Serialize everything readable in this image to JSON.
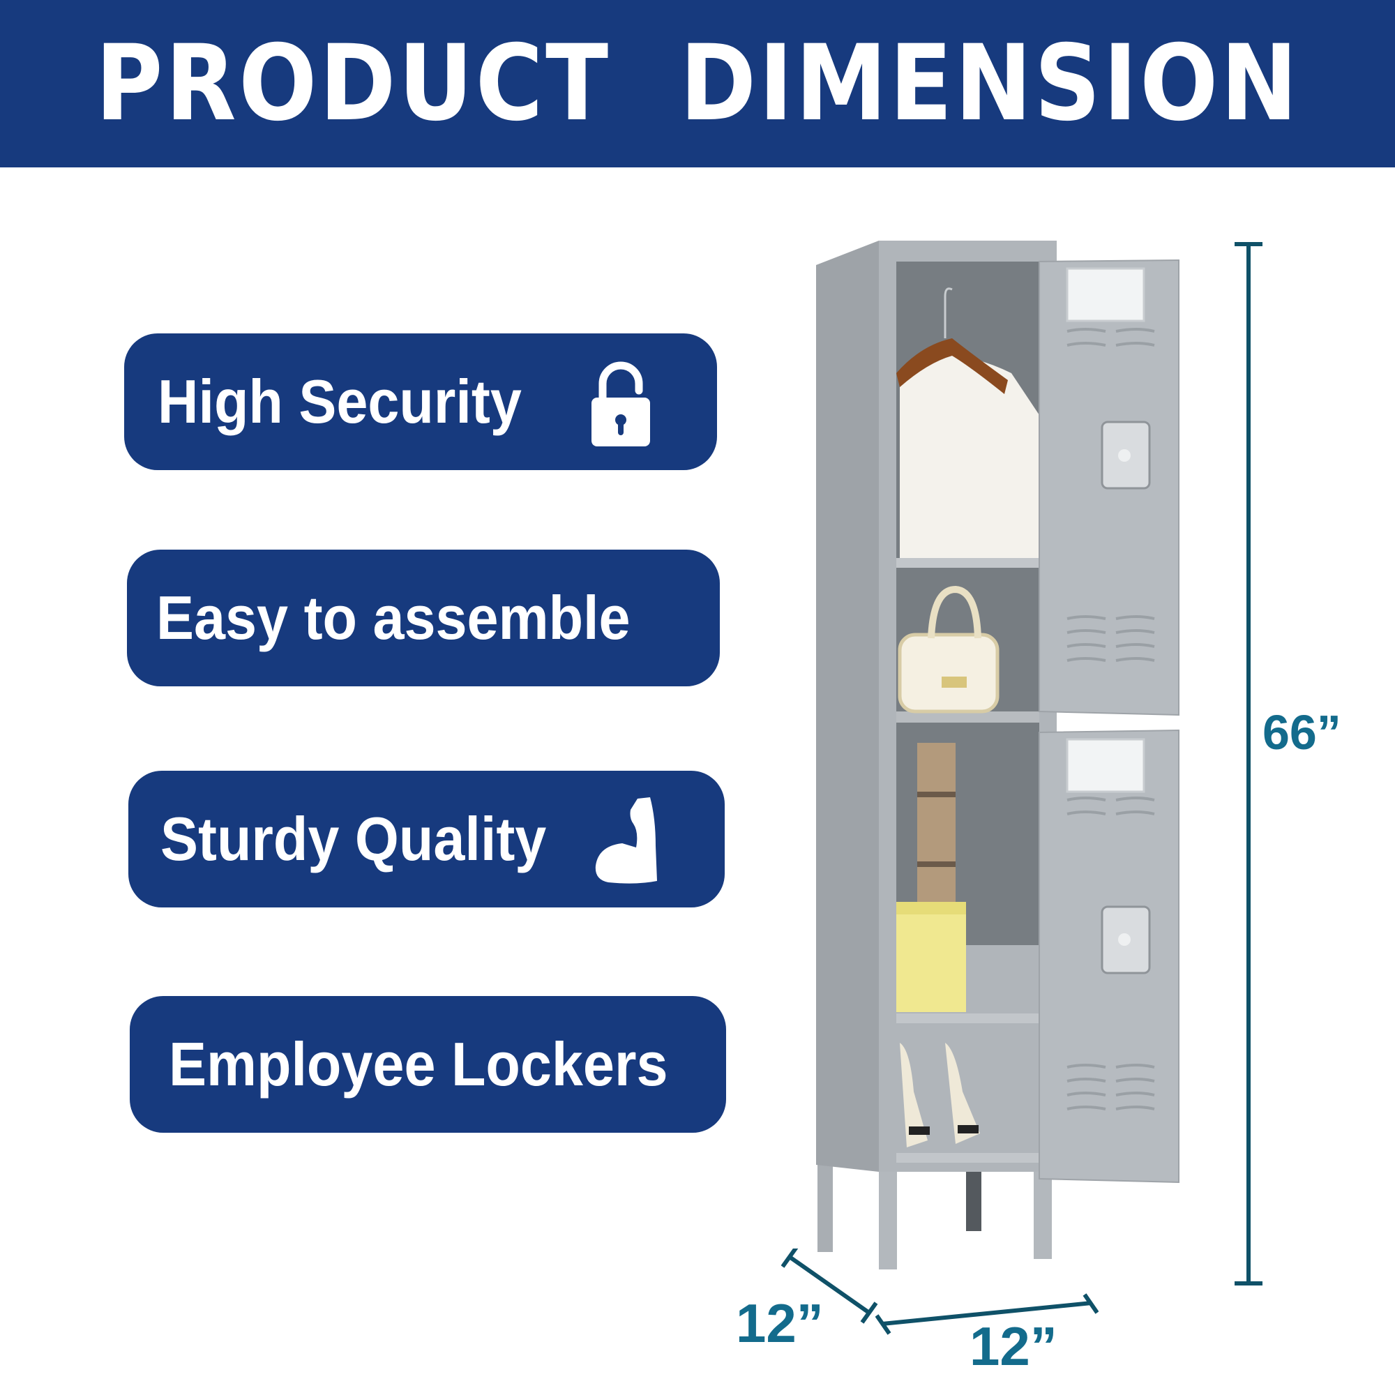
{
  "header": {
    "title": "PRODUCT  DIMENSION"
  },
  "features": [
    {
      "label": "High Security",
      "icon": "unlocked-padlock-icon"
    },
    {
      "label": "Easy to assemble",
      "icon": ""
    },
    {
      "label": "Sturdy Quality",
      "icon": "flexed-arm-icon"
    },
    {
      "label": "Employee Lockers",
      "icon": ""
    }
  ],
  "dimensions": {
    "height": "66”",
    "depth": "12”",
    "width": "12”"
  },
  "colors": {
    "banner": "#173a7e",
    "pill": "#173a7e",
    "dimension": "#136b8c",
    "locker": "#a8adb2"
  },
  "product": {
    "name": "2-tier steel employee locker",
    "contents": [
      "hangers with white shirt",
      "cream handbag",
      "plaid scarf",
      "yellow storage box",
      "high heels"
    ]
  }
}
